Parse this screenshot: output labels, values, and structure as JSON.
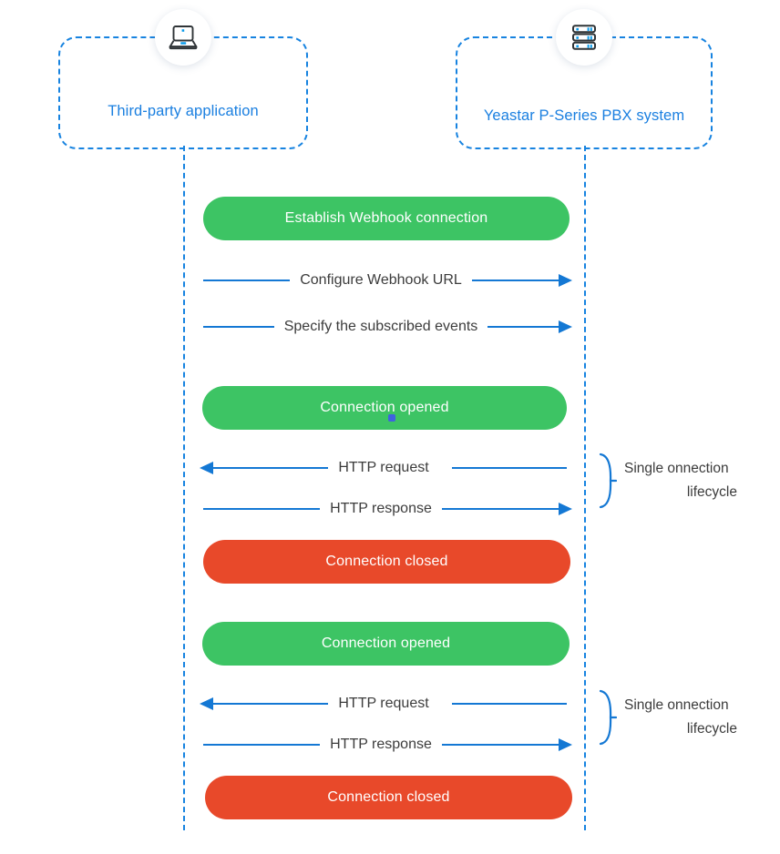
{
  "diagram": {
    "title": "Yeastar P-Series PBX Webhook connection sequence",
    "colors": {
      "accent_blue": "#1478d4",
      "label_blue": "#1a7fe0",
      "green": "#3dc464",
      "red": "#e8492a",
      "text_gray": "#3c3c3c"
    }
  },
  "actors": [
    {
      "id": "third-party-application",
      "label": "Third-party application",
      "icon": "laptop-icon"
    },
    {
      "id": "yeastar-pbx-system",
      "label": "Yeastar P-Series PBX system",
      "icon": "server-icon"
    }
  ],
  "steps": [
    {
      "kind": "pill",
      "style": "green",
      "label": "Establish Webhook connection"
    },
    {
      "kind": "arrow",
      "direction": "right",
      "label": "Configure Webhook URL"
    },
    {
      "kind": "arrow",
      "direction": "right",
      "label": "Specify the subscribed events"
    },
    {
      "kind": "pill",
      "style": "green",
      "label": "Connection opened"
    },
    {
      "kind": "arrow",
      "direction": "left",
      "label": "HTTP request"
    },
    {
      "kind": "arrow",
      "direction": "right",
      "label": "HTTP response"
    },
    {
      "kind": "pill",
      "style": "red",
      "label": "Connection closed"
    },
    {
      "kind": "pill",
      "style": "green",
      "label": "Connection opened"
    },
    {
      "kind": "arrow",
      "direction": "left",
      "label": "HTTP request"
    },
    {
      "kind": "arrow",
      "direction": "right",
      "label": "HTTP response"
    },
    {
      "kind": "pill",
      "style": "red",
      "label": "Connection closed"
    }
  ],
  "annotations": [
    {
      "id": "lifecycle-1",
      "line1": "Single onnection",
      "line2": "lifecycle"
    },
    {
      "id": "lifecycle-2",
      "line1": "Single onnection",
      "line2": "lifecycle"
    }
  ]
}
